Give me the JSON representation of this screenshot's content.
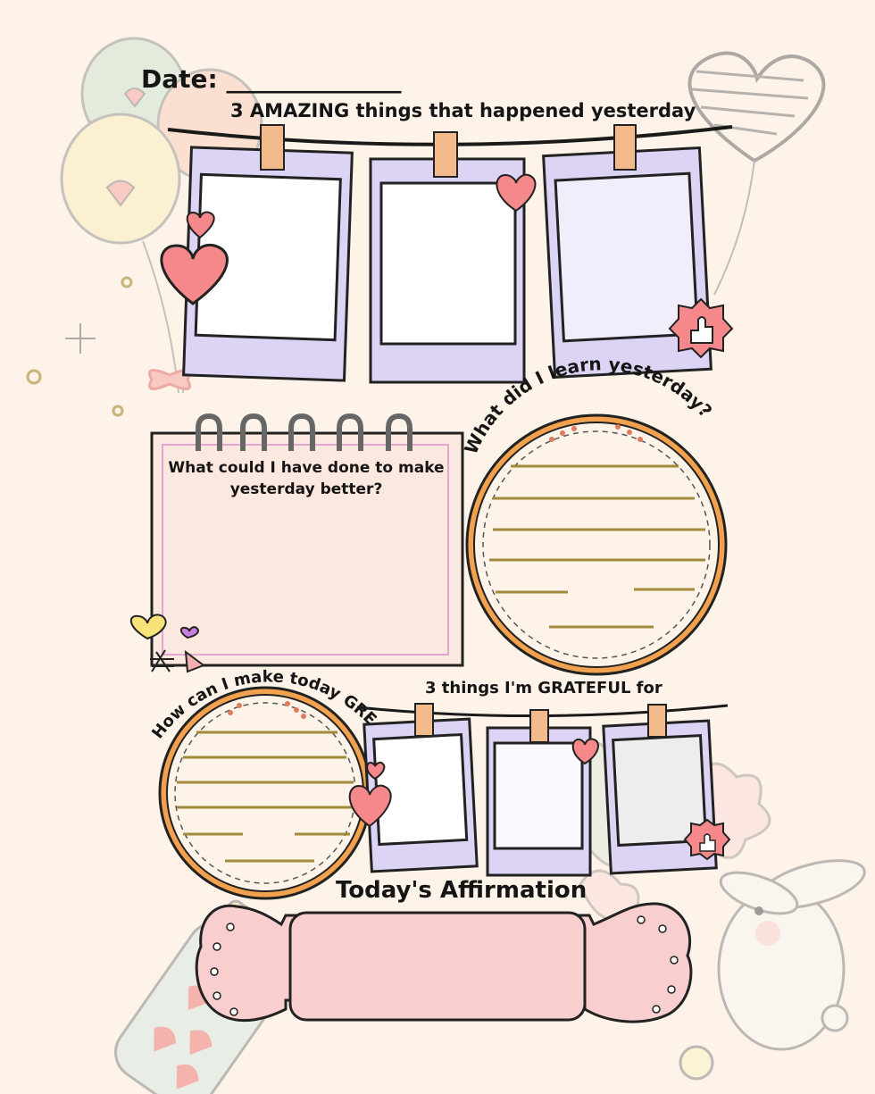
{
  "header": {
    "date_label": "Date: ______________",
    "amazing_title": "3 AMAZING things that happened yesterday"
  },
  "notepad": {
    "prompt": "What could I have done to make yesterday better?"
  },
  "learn_circle": {
    "title": "What did I learn yesterday?"
  },
  "great_circle": {
    "title": "How can I make today GREAT?"
  },
  "grateful": {
    "title": "3 things I'm GRATEFUL for"
  },
  "affirmation": {
    "title": "Today's Affirmation"
  },
  "colors": {
    "background": "#fdf3e8",
    "polaroid": "#dcd3f5",
    "clip": "#f2b98a",
    "heart": "#f4888a",
    "circle_ring": "#f2a14e",
    "notepad": "#fbe8de",
    "banner": "#f9cece"
  },
  "icons": [
    "heart-icon",
    "thumbs-up-icon",
    "sparkle-icon",
    "clothespin-icon",
    "balloon-icon",
    "teddy-bear-icon",
    "bunny-icon",
    "candy-jar-icon"
  ]
}
